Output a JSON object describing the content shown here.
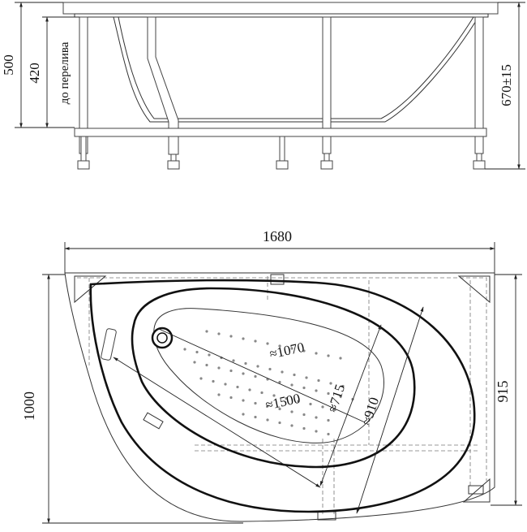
{
  "side_view": {
    "height_total": "500",
    "height_overflow": "420",
    "overflow_label": "до перелива",
    "frame_height": "670±15"
  },
  "plan_view": {
    "length": "1680",
    "width_total": "1000",
    "width_side": "915",
    "inner_length": "≈1070",
    "diagonal_length": "≈1500",
    "inner_width": "≈715",
    "outer_width": "≈910"
  },
  "colors": {
    "line": "#111111",
    "hidden_line": "#777777",
    "background": "#ffffff"
  }
}
